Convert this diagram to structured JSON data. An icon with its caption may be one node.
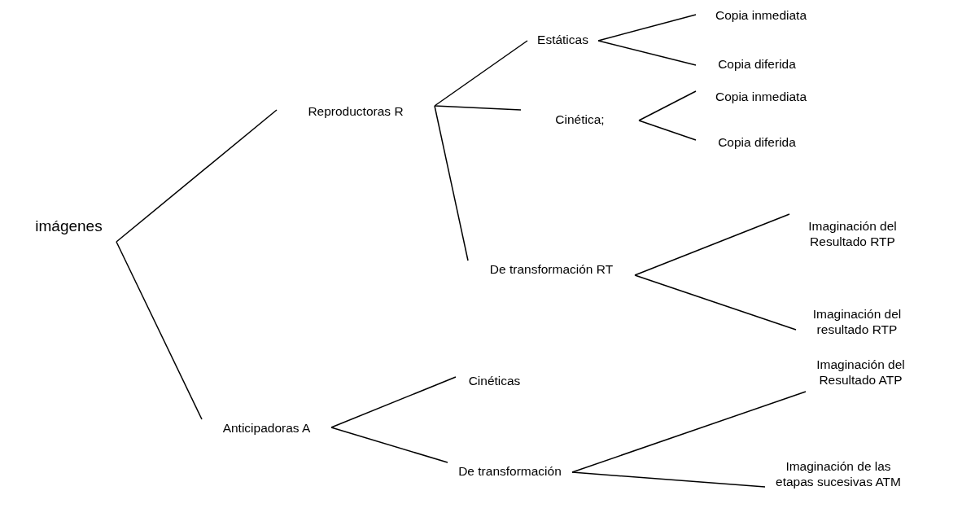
{
  "diagram": {
    "nodes": [
      {
        "text": [
          "imágenes"
        ]
      },
      {
        "text": [
          "Reproductoras R"
        ]
      },
      {
        "text": [
          "Estáticas"
        ]
      },
      {
        "text": [
          "Copia inmediata"
        ]
      },
      {
        "text": [
          "Copia diferida"
        ]
      },
      {
        "text": [
          "Cinética;"
        ]
      },
      {
        "text": [
          "Copia inmediata"
        ]
      },
      {
        "text": [
          "Copia diferida"
        ]
      },
      {
        "text": [
          "De transformación RT"
        ]
      },
      {
        "text": [
          "Imaginación del Resultado RTP"
        ]
      },
      {
        "text": [
          "Imaginación del resultado RTP"
        ]
      },
      {
        "text": [
          "Anticipadoras A"
        ]
      },
      {
        "text": [
          "Cinéticas"
        ]
      },
      {
        "text": [
          "De transformación"
        ]
      },
      {
        "text": [
          "Imaginación del Resultado ATP"
        ]
      },
      {
        "text": [
          "Imaginación de las etapas sucesivas ATM"
        ]
      }
    ],
    "edges": [
      {
        "from": 0,
        "to": 1,
        "arrow": "none"
      },
      {
        "from": 0,
        "to": 11,
        "arrow": "none"
      },
      {
        "from": 1,
        "to": 2,
        "arrow": "none"
      },
      {
        "from": 1,
        "to": 5,
        "arrow": "none"
      },
      {
        "from": 1,
        "to": 8,
        "arrow": "none"
      },
      {
        "from": 2,
        "to": 3,
        "arrow": "none"
      },
      {
        "from": 2,
        "to": 4,
        "arrow": "none"
      },
      {
        "from": 5,
        "to": 6,
        "arrow": "none"
      },
      {
        "from": 5,
        "to": 7,
        "arrow": "none"
      },
      {
        "from": 8,
        "to": 9,
        "arrow": "none"
      },
      {
        "from": 8,
        "to": 10,
        "arrow": "none"
      },
      {
        "from": 11,
        "to": 12,
        "arrow": "none"
      },
      {
        "from": 11,
        "to": 13,
        "arrow": "none"
      },
      {
        "from": 13,
        "to": 14,
        "arrow": "none"
      },
      {
        "from": 13,
        "to": 15,
        "arrow": "none"
      }
    ]
  }
}
